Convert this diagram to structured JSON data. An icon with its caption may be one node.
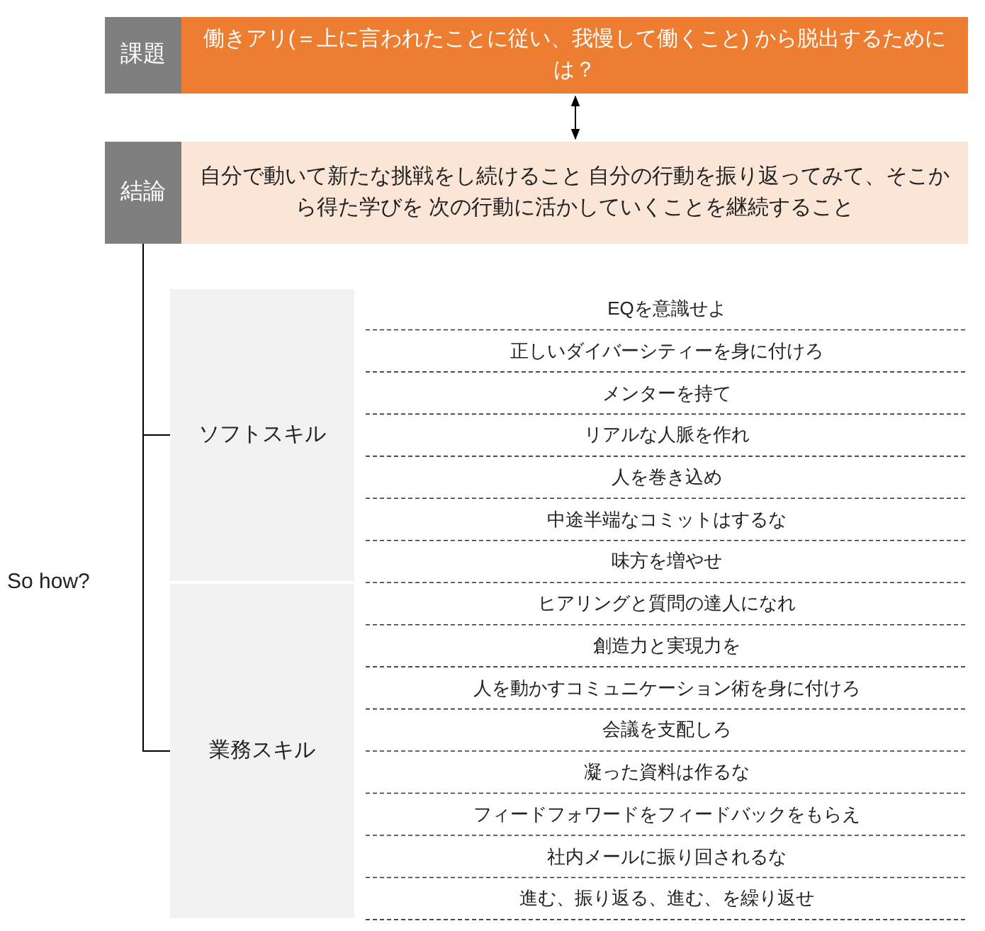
{
  "diagram": {
    "nodes": [
      {
        "text": [
          "課題"
        ]
      },
      {
        "text": [
          "働きアリ(＝上に言われたことに従い、我慢して働くこと) から脱出するためには？"
        ]
      },
      {
        "text": [
          "結論"
        ]
      },
      {
        "text": [
          "自分で動いて新たな挑戦をし続けること 自分の行動を振り返ってみて、そこから得た学びを 次の行動に活かしていくことを継続すること"
        ]
      },
      {
        "text": [
          "ソフトスキル"
        ]
      },
      {
        "text": [
          "業務スキル"
        ]
      }
    ],
    "edges": [
      {
        "from": 1,
        "to": 3,
        "arrow": "both"
      },
      {
        "from": 2,
        "to": 4,
        "arrow": "none"
      },
      {
        "from": 2,
        "to": 5,
        "arrow": "none"
      }
    ],
    "labels": [
      "So how?",
      "EQを意識せよ",
      "正しいダイバーシティーを身に付けろ",
      "メンターを持て",
      "リアルな人脈を作れ",
      "人を巻き込め",
      "中途半端なコミットはするな",
      "味方を増やせ",
      "ヒアリングと質問の達人になれ",
      "創造力と実現力を",
      "人を動かすコミュニケーション術を身に付けろ",
      "会議を支配しろ",
      "凝った資料は作るな",
      "フィードフォワードをフィードバックをもらえ",
      "社内メールに振り回されるな",
      "進む、振り返る、進む、を繰り返せ"
    ]
  }
}
